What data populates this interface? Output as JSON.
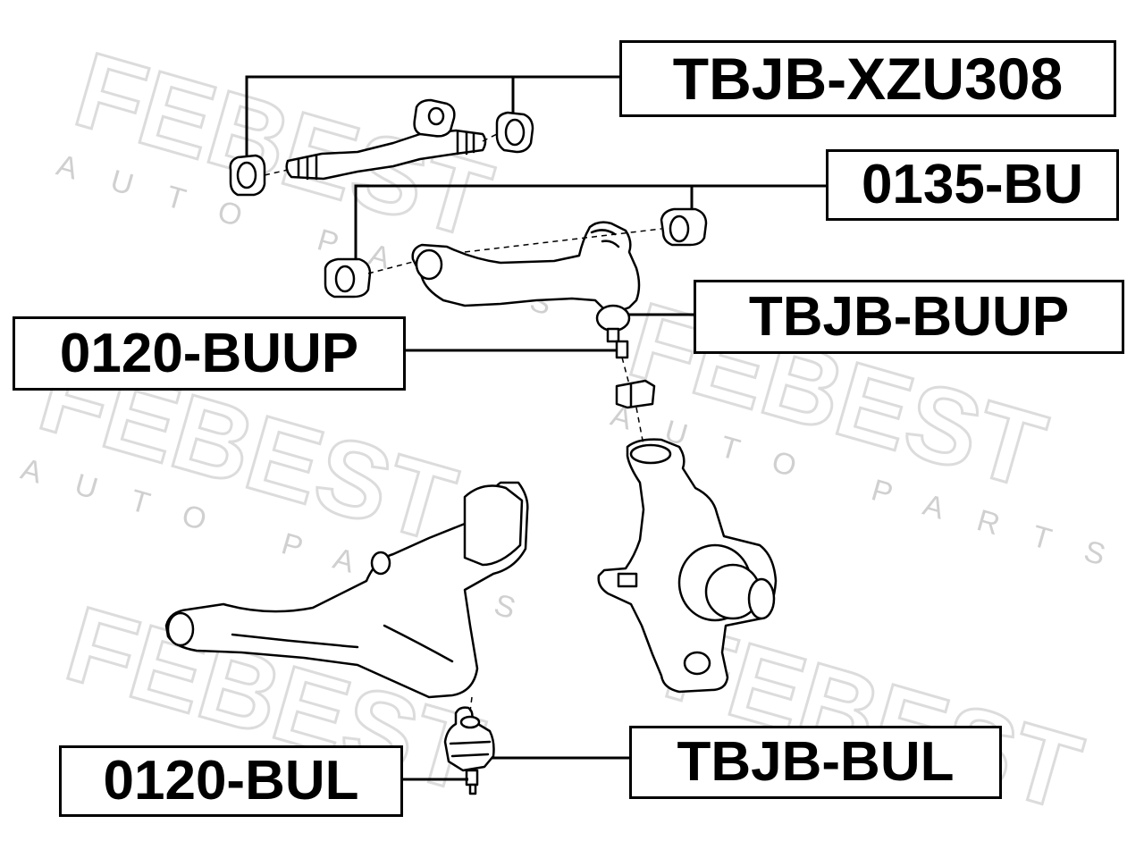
{
  "watermark": {
    "brand": "FEBEST",
    "tagline": "AUTO PARTS",
    "color": "#d9d9d9"
  },
  "labels": {
    "tbjb_xzu308": "TBJB-XZU308",
    "b_0135_bu": "0135-BU",
    "tbjb_buup": "TBJB-BUUP",
    "b_0120_buup": "0120-BUUP",
    "tbjb_bul": "TBJB-BUL",
    "b_0120_bul": "0120-BUL"
  },
  "colors": {
    "line": "#000000",
    "background": "#ffffff"
  }
}
